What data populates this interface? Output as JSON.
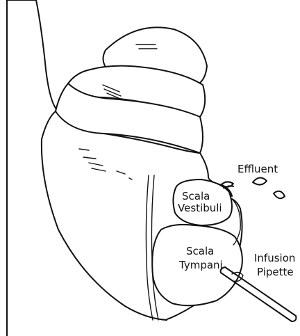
{
  "labels": {
    "effluent": "Effluent",
    "scala_vestibuli_1": "Scala",
    "scala_vestibuli_2": "Vestibuli",
    "scala_tympani_1": "Scala",
    "scala_tympani_2": "Tympani",
    "infusion_pipette_1": "Infusion",
    "infusion_pipette_2": "Pipette"
  }
}
